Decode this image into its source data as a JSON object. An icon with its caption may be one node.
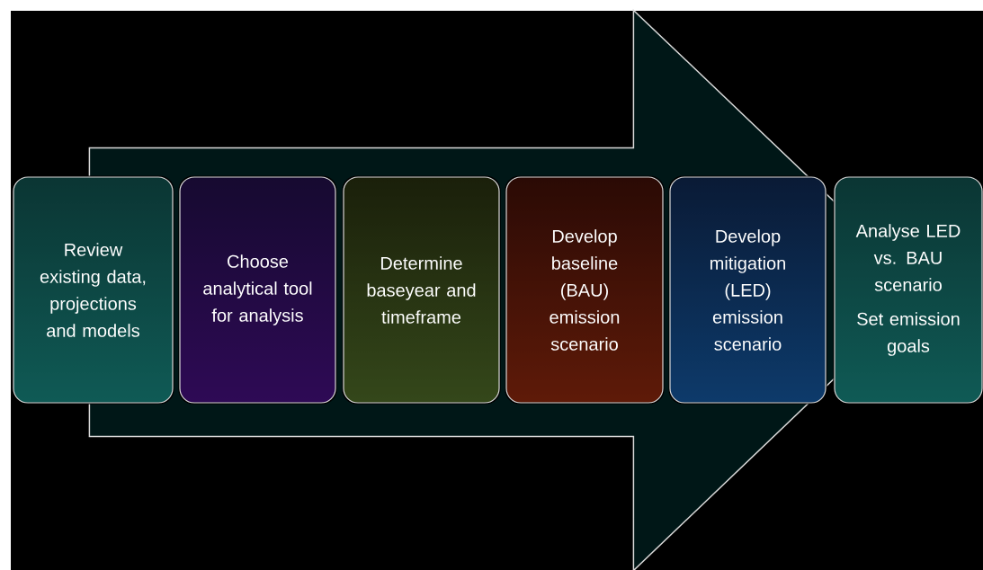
{
  "diagram": {
    "nodes": [
      {
        "text": [
          "Review existing data, projections and models"
        ]
      },
      {
        "text": [
          "Choose analytical tool for analysis"
        ]
      },
      {
        "text": [
          "Determine baseyear and timeframe"
        ]
      },
      {
        "text": [
          "Develop baseline (BAU) emission scenario"
        ]
      },
      {
        "text": [
          "Develop mitigation (LED) emission scenario"
        ]
      },
      {
        "text": [
          "Analyse LED vs. BAU scenario",
          "Set emission goals"
        ]
      }
    ],
    "edges": [
      {
        "from": 0,
        "to": 5,
        "arrow": "to"
      }
    ]
  }
}
